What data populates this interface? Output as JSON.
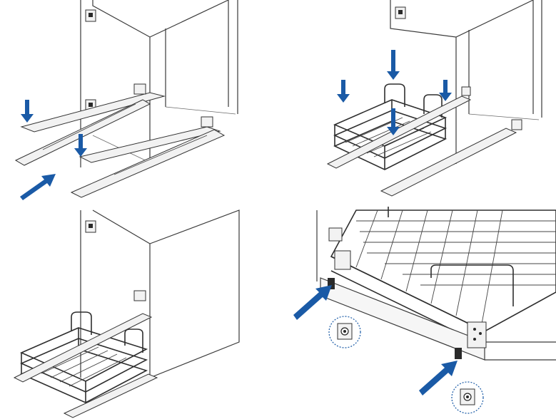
{
  "figure": {
    "steps": [
      {
        "id": "step-1",
        "content": "cabinet-with-runners-installed"
      },
      {
        "id": "step-2",
        "content": "basket-lowered-onto-runners"
      },
      {
        "id": "step-3",
        "content": "basket-pulled-out-of-cabinet"
      },
      {
        "id": "step-4",
        "content": "locking-clips-detail"
      }
    ],
    "colors": {
      "arrow": "#1a5aa6",
      "line": "#3a3a3a",
      "detail_circle": "#1a5aa6",
      "background": "#ffffff"
    }
  }
}
